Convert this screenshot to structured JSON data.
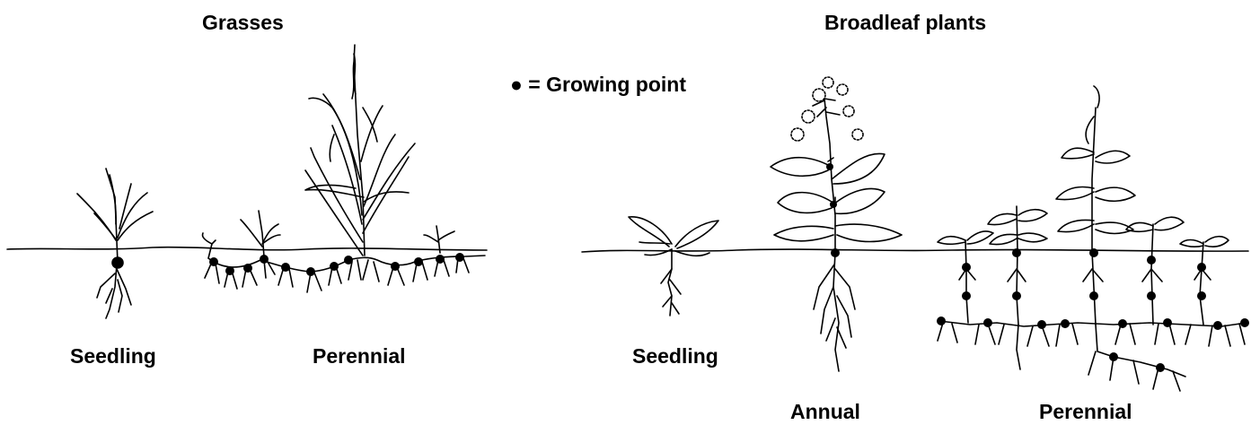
{
  "titles": {
    "grasses": "Grasses",
    "broadleaf": "Broadleaf plants"
  },
  "legend": {
    "symbol": "●",
    "text": "= Growing point"
  },
  "labels": {
    "grass_seedling": "Seedling",
    "grass_perennial": "Perennial",
    "broadleaf_seedling": "Seedling",
    "broadleaf_annual": "Annual",
    "broadleaf_perennial": "Perennial"
  }
}
